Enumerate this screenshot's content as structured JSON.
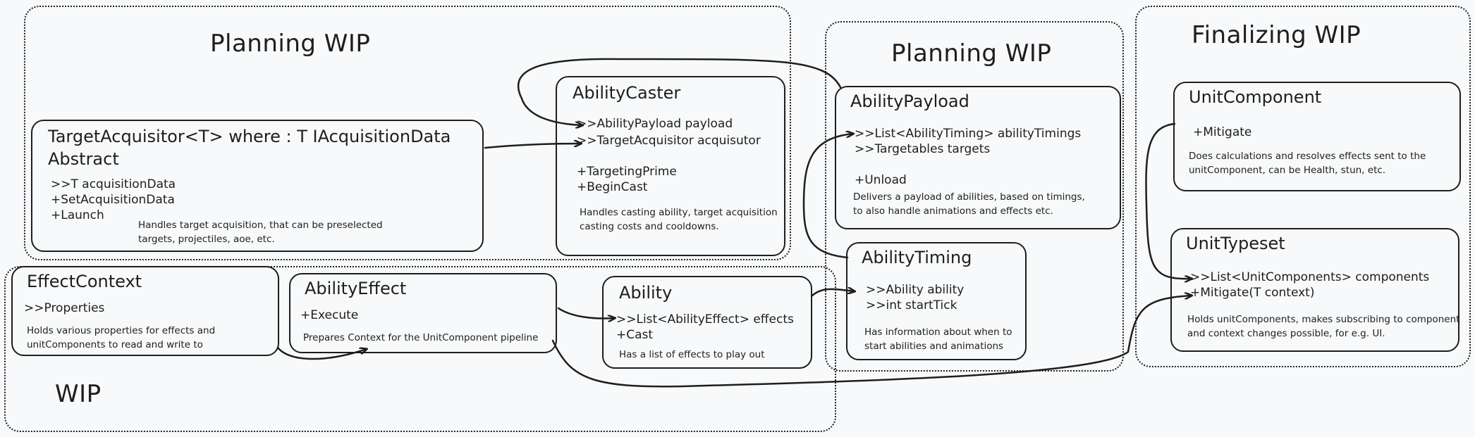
{
  "regions": {
    "planning_left": {
      "title": "Planning WIP"
    },
    "planning_mid": {
      "title": "Planning WIP"
    },
    "finalizing": {
      "title": "Finalizing WIP"
    },
    "wip": {
      "title": "WIP"
    }
  },
  "boxes": {
    "target_acquisitor": {
      "title_line1": "TargetAcquisitor<T> where : T IAcquisitionData",
      "title_line2": "Abstract",
      "lines": [
        ">>T acquisitionData",
        "+SetAcquisitionData",
        "+Launch"
      ],
      "desc_line1": "Handles target acquisition, that can be preselected",
      "desc_line2": "targets, projectiles, aoe, etc."
    },
    "ability_caster": {
      "title": "AbilityCaster",
      "lines": [
        ">>AbilityPayload payload",
        ">>TargetAcquisitor acquisutor",
        "+TargetingPrime",
        "+BeginCast"
      ],
      "desc_line1": "Handles casting ability, target acquisition",
      "desc_line2": "casting costs and cooldowns."
    },
    "ability_payload": {
      "title": "AbilityPayload",
      "lines": [
        ">>List<AbilityTiming> abilityTimings",
        ">>Targetables targets",
        "+Unload"
      ],
      "desc_line1": "Delivers a payload of abilities, based on timings,",
      "desc_line2": "to also handle animations and effects etc."
    },
    "ability_timing": {
      "title": "AbilityTiming",
      "lines": [
        ">>Ability ability",
        ">>int startTick"
      ],
      "desc_line1": "Has information about when to",
      "desc_line2": "start abilities and animations"
    },
    "unit_component": {
      "title": "UnitComponent",
      "lines": [
        "+Mitigate"
      ],
      "desc_line1": "Does calculations and resolves effects sent to the",
      "desc_line2": "unitComponent, can be Health, stun, etc."
    },
    "unit_typeset": {
      "title": "UnitTypeset",
      "lines": [
        ">>List<UnitComponents> components",
        "+Mitigate(T context)"
      ],
      "desc_line1": "Holds unitComponents, makes subscribing to component",
      "desc_line2": "and context changes possible, for e.g. UI."
    },
    "effect_context": {
      "title": "EffectContext",
      "lines": [
        ">>Properties"
      ],
      "desc_line1": "Holds various properties for effects and",
      "desc_line2": "unitComponents to read and write to"
    },
    "ability_effect": {
      "title": "AbilityEffect",
      "lines": [
        "+Execute"
      ],
      "desc_line1": "Prepares Context for the UnitComponent pipeline"
    },
    "ability": {
      "title": "Ability",
      "lines": [
        ">>List<AbilityEffect> effects",
        "+Cast"
      ],
      "desc_line1": "Has a list of effects to play out"
    }
  }
}
